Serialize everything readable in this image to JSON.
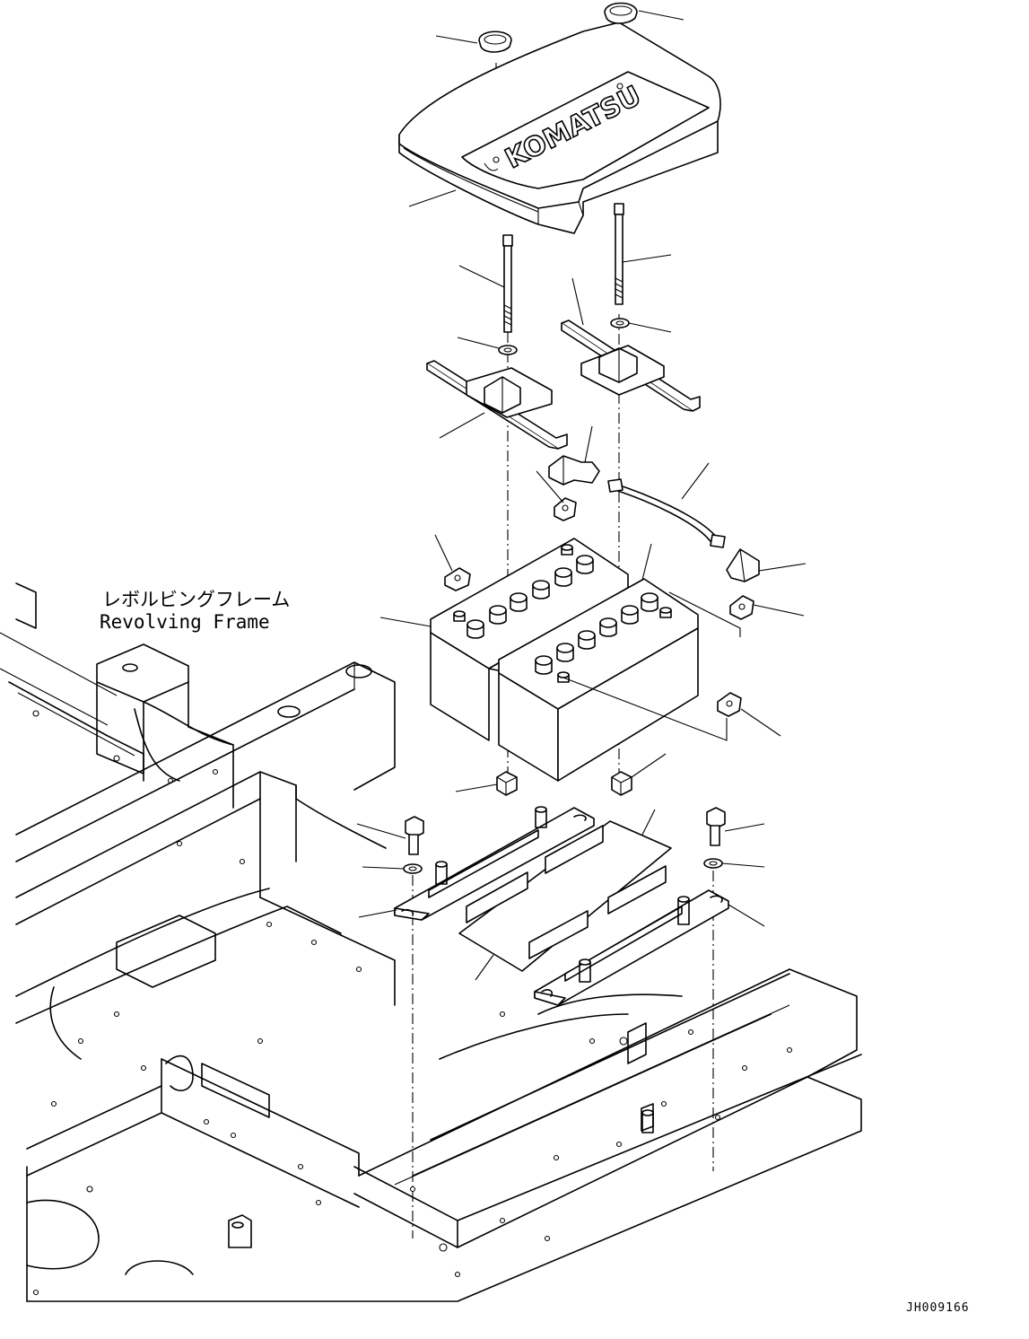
{
  "frame_label": {
    "japanese": "レボルビングフレーム",
    "english": "Revolving Frame"
  },
  "logo_text": "KOMATSU",
  "drawing_code": "JH009166",
  "parts": [
    {
      "name": "cap-knob-left",
      "icon": "cap-knob-icon"
    },
    {
      "name": "cap-knob-right",
      "icon": "cap-knob-icon"
    },
    {
      "name": "battery-cover",
      "icon": "battery-cover-icon"
    },
    {
      "name": "hold-down-rod-left",
      "icon": "rod-icon"
    },
    {
      "name": "hold-down-rod-right",
      "icon": "rod-icon"
    },
    {
      "name": "washer",
      "icon": "washer-icon"
    },
    {
      "name": "hold-down-bracket-left",
      "icon": "bracket-icon"
    },
    {
      "name": "hold-down-bracket-right",
      "icon": "bracket-icon"
    },
    {
      "name": "terminal-cover",
      "icon": "terminal-cover-icon"
    },
    {
      "name": "terminal-clamp",
      "icon": "terminal-clamp-icon"
    },
    {
      "name": "connecting-cable",
      "icon": "cable-icon"
    },
    {
      "name": "battery-left",
      "icon": "battery-icon"
    },
    {
      "name": "battery-right",
      "icon": "battery-icon"
    },
    {
      "name": "nut",
      "icon": "nut-icon"
    },
    {
      "name": "bolt",
      "icon": "bolt-icon"
    },
    {
      "name": "battery-tray-bracket",
      "icon": "tray-bracket-icon"
    },
    {
      "name": "rubber-pad",
      "icon": "rubber-pad-icon"
    },
    {
      "name": "revolving-frame",
      "icon": "frame-icon"
    }
  ]
}
